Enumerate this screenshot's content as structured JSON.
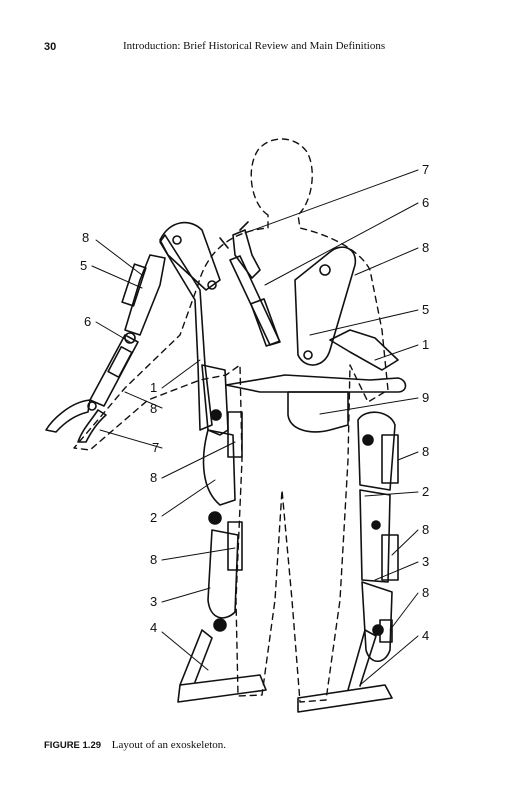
{
  "header": {
    "page_number": "30",
    "running_title": "Introduction: Brief Historical Review and Main Definitions"
  },
  "figure": {
    "callouts": {
      "left": [
        "8",
        "5",
        "6",
        "1",
        "8",
        "7",
        "8",
        "2",
        "8",
        "3",
        "4"
      ],
      "right": [
        "7",
        "6",
        "8",
        "5",
        "1",
        "9",
        "8",
        "2",
        "8",
        "3",
        "8",
        "4"
      ]
    }
  },
  "caption": {
    "label": "FIGURE 1.29",
    "text": "Layout of an exoskeleton."
  }
}
